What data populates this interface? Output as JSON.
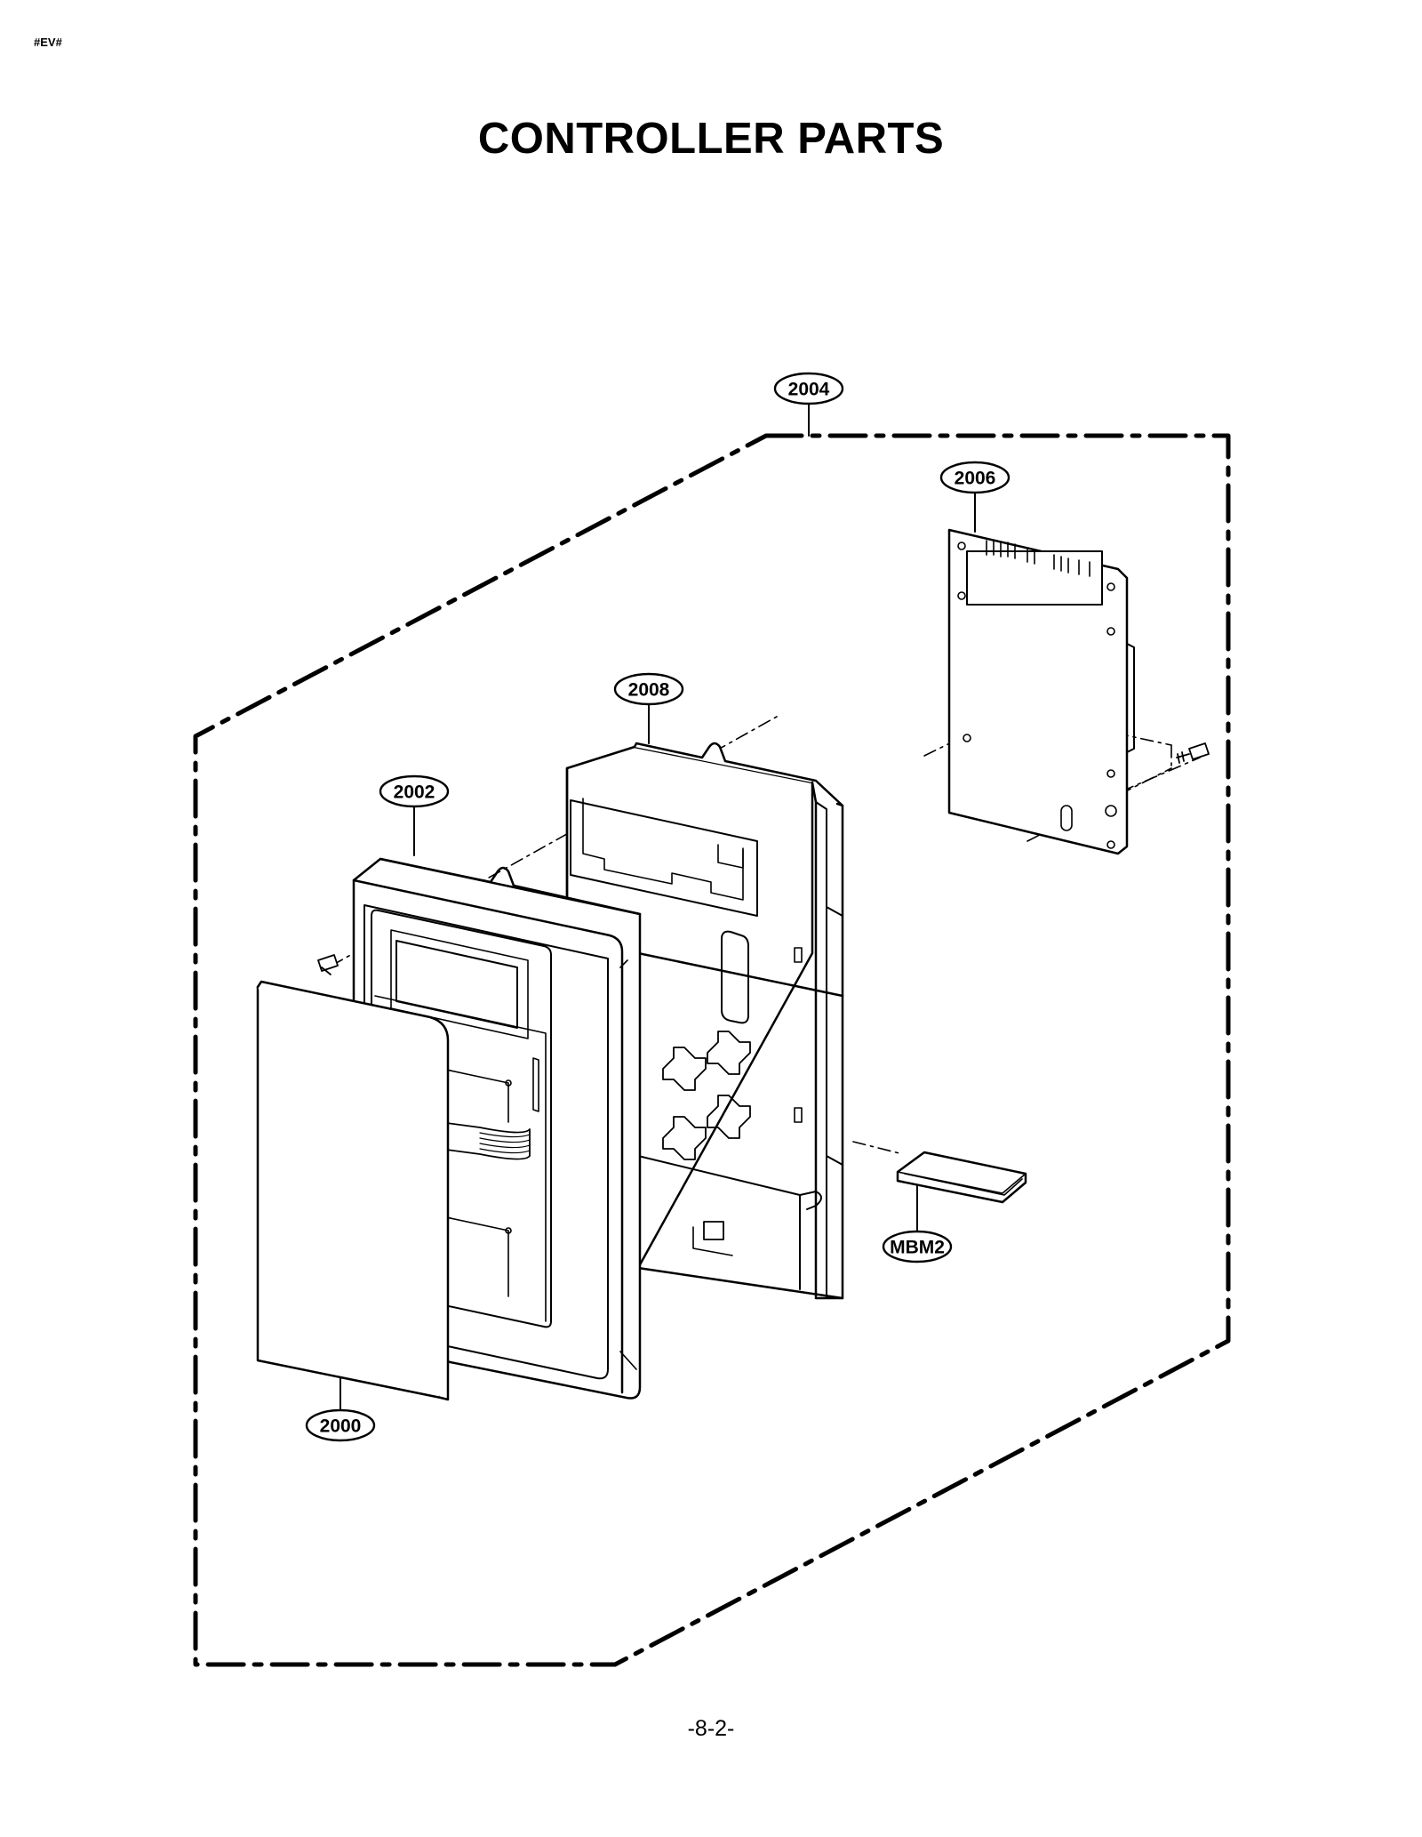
{
  "header": {
    "tag": "#EV#"
  },
  "title": "CONTROLLER PARTS",
  "footer": {
    "page_number": "-8-2-"
  },
  "callouts": [
    {
      "id": "2004",
      "label": "2004"
    },
    {
      "id": "2006",
      "label": "2006"
    },
    {
      "id": "2008",
      "label": "2008"
    },
    {
      "id": "2002",
      "label": "2002"
    },
    {
      "id": "2000",
      "label": "2000"
    },
    {
      "id": "MBM2",
      "label": "MBM2"
    }
  ],
  "colors": {
    "line": "#000000",
    "paper": "#ffffff",
    "panel_shade": "#ececec"
  }
}
